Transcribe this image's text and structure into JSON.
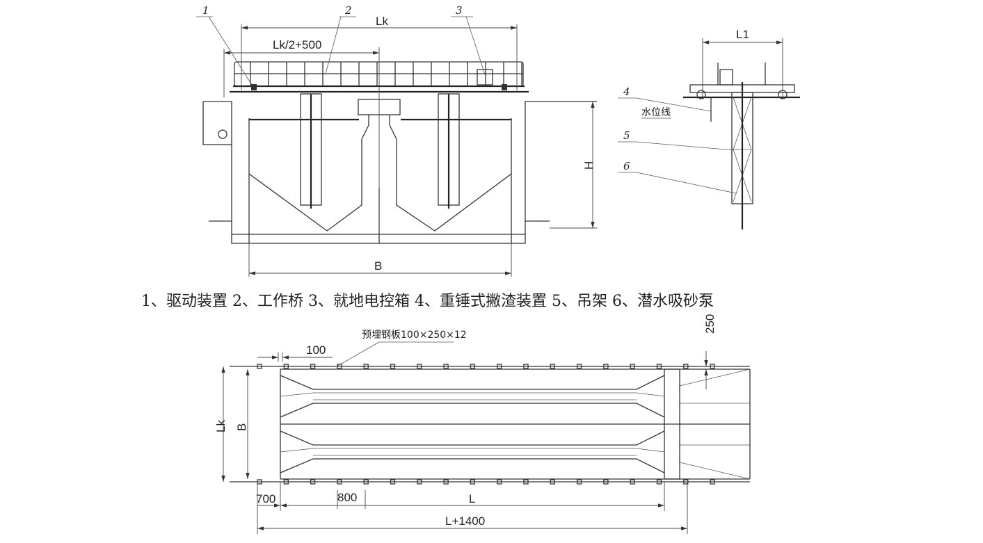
{
  "section_view": {
    "callouts": [
      "1",
      "2",
      "3"
    ],
    "dim_span": "Lk",
    "dim_half": "Lk/2+500",
    "dim_height": "H",
    "dim_width": "B"
  },
  "side_view": {
    "callouts": [
      "4",
      "5",
      "6"
    ],
    "dim_span": "L1",
    "water_level": "水位线"
  },
  "legend": "1、驱动装置 2、工作桥 3、就地电控箱 4、重锤式撇渣装置 5、吊架 6、潜水吸砂泵",
  "plan_view": {
    "embedded_plate_note": "预埋钢板100×250×12",
    "dim_plate_width": "100",
    "dim_offset": "250",
    "dim_span": "Lk",
    "dim_width": "B",
    "dim_edge": "700",
    "dim_spacing": "800",
    "dim_length": "L",
    "dim_total": "L+1400"
  }
}
